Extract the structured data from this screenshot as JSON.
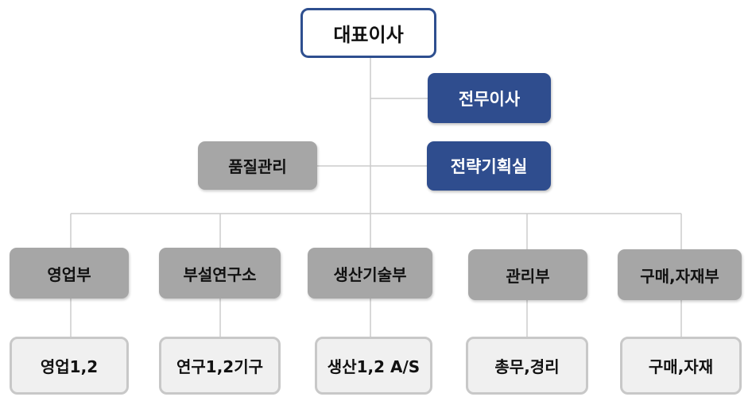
{
  "org": {
    "ceo": "대표이사",
    "executive_director": "전무이사",
    "strategy_office": "전략기획실",
    "quality_management": "품질관리",
    "departments": [
      {
        "name": "영업부",
        "team": "영업1,2"
      },
      {
        "name": "부설연구소",
        "team": "연구1,2기구"
      },
      {
        "name": "생산기술부",
        "team": "생산1,2 A/S"
      },
      {
        "name": "관리부",
        "team": "총무,경리"
      },
      {
        "name": "구매,자재부",
        "team": "구매,자재"
      }
    ]
  },
  "colors": {
    "navy_box": "#2f4d8e",
    "ceo_border": "#2e4f8f",
    "grey_box": "#a6a6a6",
    "team_box": "#f0f0f0",
    "team_border": "#c8c8c8",
    "connector": "#cccccc"
  }
}
